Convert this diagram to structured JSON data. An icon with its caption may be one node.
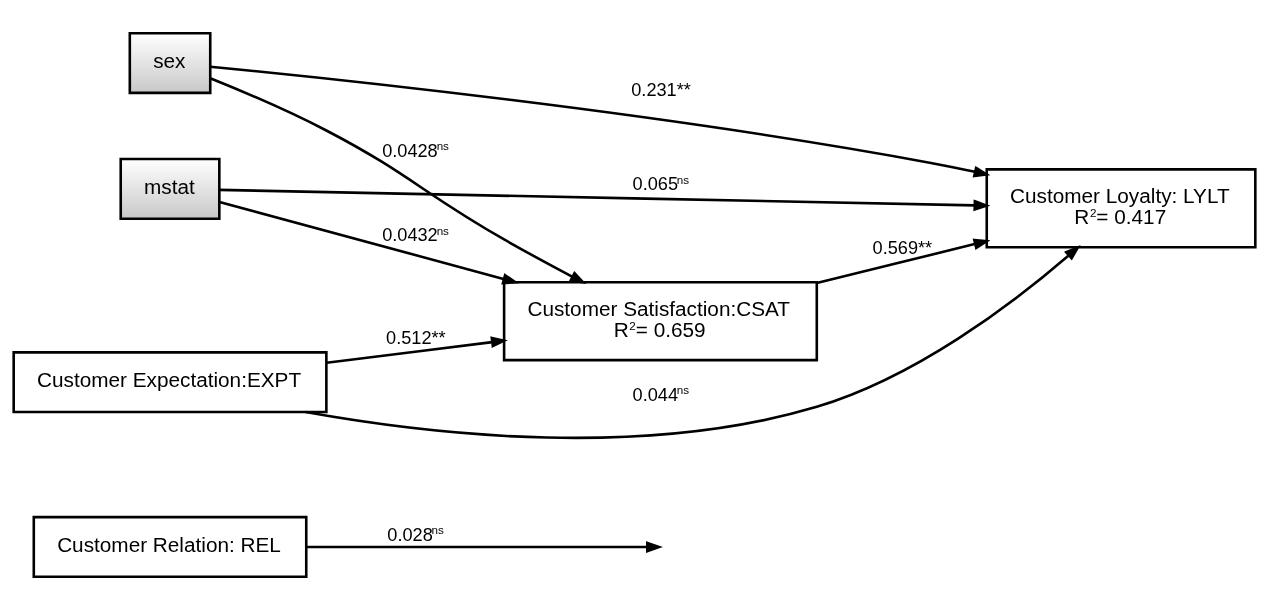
{
  "diagram": {
    "nodes": [
      {
        "text": [
          "Customer Relation: REL"
        ]
      },
      {
        "text": [
          "Customer Satisfaction:CSAT",
          "R$^{2}$= 0.659"
        ]
      },
      {
        "text": [
          "mstat"
        ]
      },
      {
        "text": [
          "sex"
        ]
      },
      {
        "text": [
          "Customer Expectation:EXPT"
        ]
      },
      {
        "text": [
          "Customer Loyalty: LYLT",
          "R$^{2}$= 0.417"
        ]
      }
    ],
    "edges": [
      {
        "from": 4,
        "to": 1,
        "arrow": "to",
        "label": "0.512**"
      },
      {
        "from": 0,
        "to": null,
        "arrow": "to",
        "label": "0.028$^{ns}$"
      },
      {
        "from": 2,
        "to": 1,
        "arrow": "to",
        "label": "0.0432$^{ns}$"
      },
      {
        "from": 3,
        "to": 1,
        "arrow": "to",
        "label": "0.0428$^{ns}$"
      },
      {
        "from": 1,
        "to": 5,
        "arrow": "to",
        "label": "0.569**"
      },
      {
        "from": 3,
        "to": 5,
        "arrow": "to",
        "label": "0.231**"
      },
      {
        "from": 2,
        "to": 5,
        "arrow": "to",
        "label": "0.065$^{ns}$"
      },
      {
        "from": 4,
        "to": 5,
        "arrow": "to",
        "label": "0.044$^{ns}$"
      }
    ]
  }
}
